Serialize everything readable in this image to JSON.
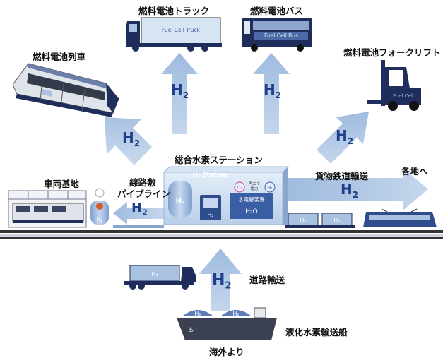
{
  "labels": {
    "fc_train": "燃料電池列車",
    "fc_truck": "燃料電池トラック",
    "fc_bus": "燃料電池バス",
    "fc_forklift": "燃料電池フォークリフト",
    "station": "総合水素ステーション",
    "freight_rail": "貨物鉄道輸送",
    "destinations": "各地へ",
    "depot": "車両基地",
    "pipeline_line1": "線路敷",
    "pipeline_line2": "パイプライン",
    "road": "道路輸送",
    "lh2_ship": "液化水素輸送船",
    "overseas": "海外より"
  },
  "inner_text": {
    "truck_side": "Fuel Cell Truck",
    "bus_side": "Fuel Cell Bus",
    "forklift_side": "Fuel Cell",
    "station_sign": "H₂ Station",
    "station_tank": "H₂",
    "station_small_tank": "H₂",
    "o2_bubble": "O₂",
    "h2_bubble": "H₂",
    "renewable_line1": "再エネ",
    "renewable_line2": "電力",
    "electrolyzer": "水電解装置",
    "water": "H₂O",
    "depot_tank": "H₂",
    "freight_tank_1": "H₂",
    "freight_tank_2": "H₂",
    "road_tank": "H₂",
    "ship_tank_1": "H₂",
    "ship_tank_2": "H₂"
  },
  "arrow_text": {
    "h2": "H",
    "sub": "2"
  },
  "colors": {
    "arrow_fill": "#a9c2e0",
    "arrow_text": "#1f3f8a",
    "vehicle_navy": "#1e2d5c",
    "station_panel": "#c6d9ee"
  }
}
